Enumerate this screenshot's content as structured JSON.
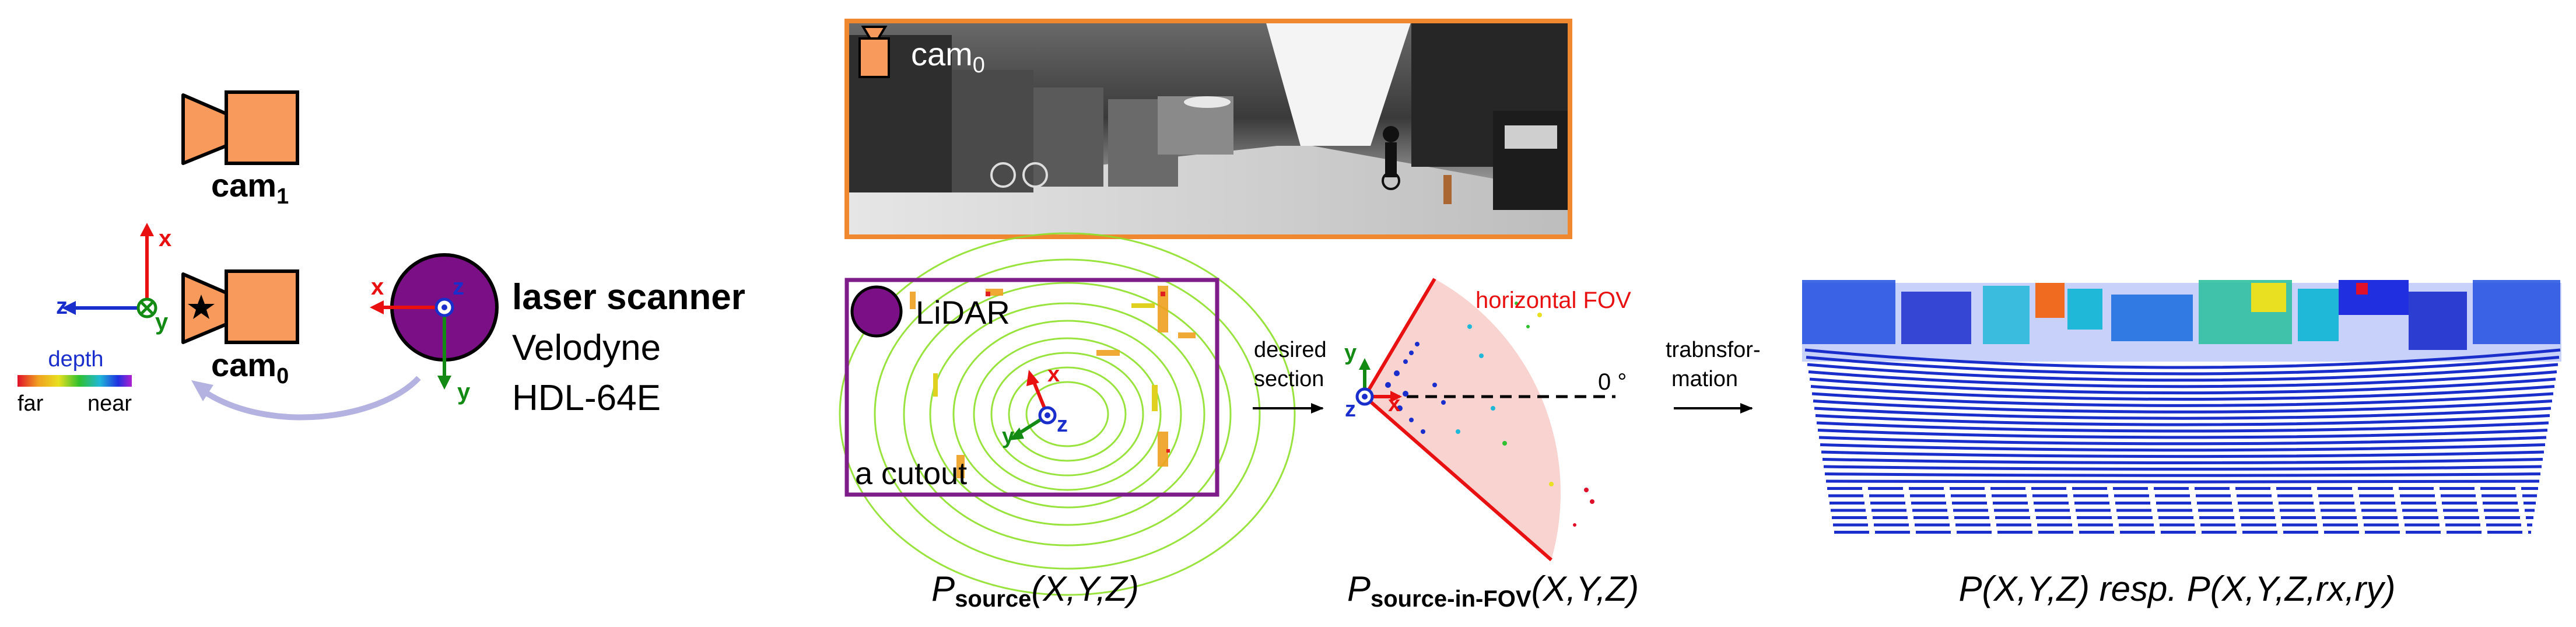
{
  "rig": {
    "cam1_label_main": "cam",
    "cam1_label_sub": "1",
    "cam0_label_main": "cam",
    "cam0_label_sub": "0",
    "axis_x": "x",
    "axis_y": "y",
    "axis_z": "z",
    "depth_title": "depth",
    "depth_far": "far",
    "depth_near": "near",
    "scanner_title": "laser scanner",
    "scanner_model_1": "Velodyne",
    "scanner_model_2": "HDL-64E"
  },
  "photo": {
    "cam_label_main": "cam",
    "cam_label_sub": "0"
  },
  "lidar_panel": {
    "badge": "LiDAR",
    "caption": "a cutout",
    "axis_x": "x",
    "axis_y": "y",
    "axis_z": "z"
  },
  "step1": {
    "line1": "desired",
    "line2": "section"
  },
  "fov_panel": {
    "title": "horizontal FOV",
    "angle": "0 °",
    "axis_x": "x",
    "axis_y": "y",
    "axis_z": "z"
  },
  "step2": {
    "line1": "trabnsfor-",
    "line2": "mation"
  },
  "captions": {
    "source_p": "P",
    "source_sub": "source",
    "source_args": "(X,Y,Z)",
    "fov_p": "P",
    "fov_sub": "source-in-FOV",
    "fov_args": "(X,Y,Z)",
    "result": "P(X,Y,Z) resp. P(X,Y,Z,rx,ry)"
  },
  "colors": {
    "camera_fill": "#F79A5B",
    "scanner_fill": "#7B0F86",
    "photo_border": "#F0882F",
    "lidar_border": "#7E1C8A",
    "axis_x": "#E81010",
    "axis_y": "#138A13",
    "axis_z": "#1A2ECC",
    "fov_wedge": "#F9D3D0",
    "fov_edge": "#E81010",
    "arrow_curve": "#B4B2E0"
  }
}
